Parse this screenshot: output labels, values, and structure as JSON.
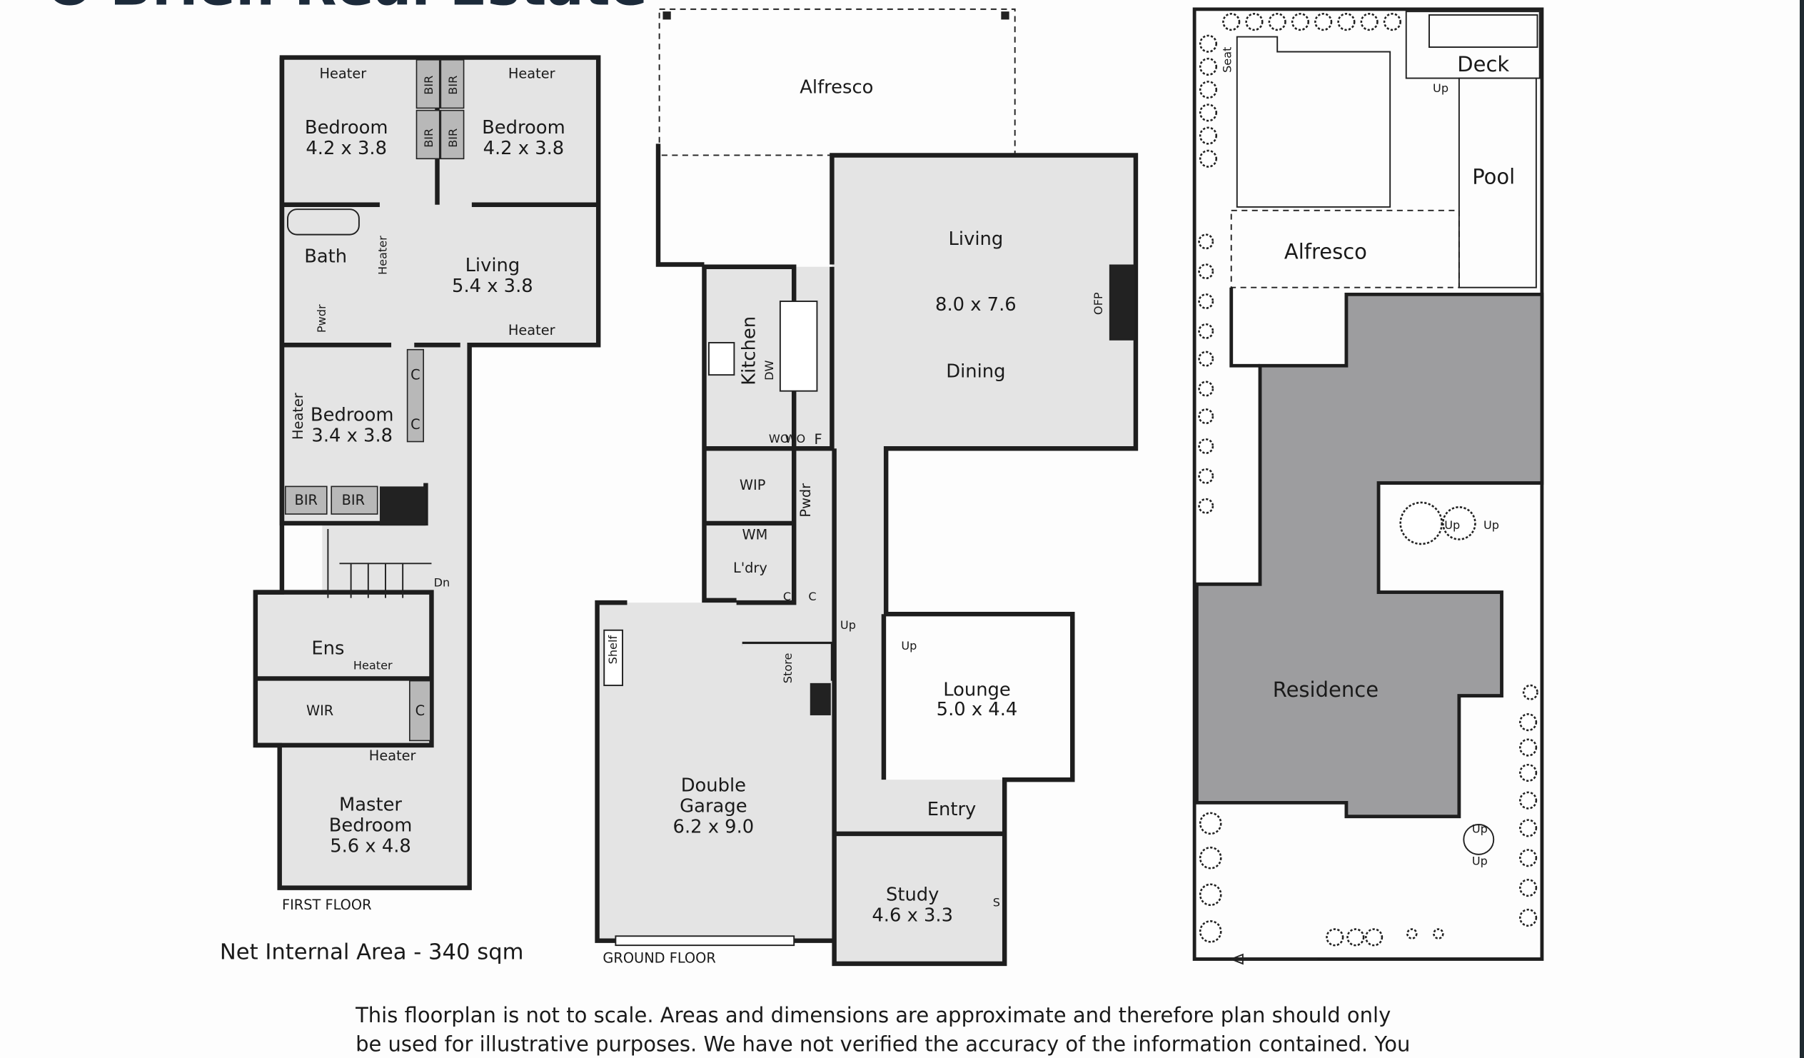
{
  "header": {
    "title": "O'Brien Real Estate"
  },
  "first_floor": {
    "label": "FIRST FLOOR",
    "rooms": {
      "heater1": "Heater",
      "heater2": "Heater",
      "bed1_name": "Bedroom",
      "bed1_dim": "4.2 x 3.8",
      "bed2_name": "Bedroom",
      "bed2_dim": "4.2 x 3.8",
      "bir": "BIR",
      "bath": "Bath",
      "heater_bath": "Heater",
      "pwdr": "Pwdr",
      "living_name": "Living",
      "living_dim": "5.4 x 3.8",
      "heater_living": "Heater",
      "bed3_heater": "Heater",
      "bed3_name": "Bedroom",
      "bed3_dim": "3.4 x 3.8",
      "c": "C",
      "dn": "Dn",
      "ens": "Ens",
      "heater_ens": "Heater",
      "wir": "WIR",
      "heater_master": "Heater",
      "master1": "Master",
      "master2": "Bedroom",
      "master_dim": "5.6 x 4.8"
    }
  },
  "ground_floor": {
    "label": "GROUND FLOOR",
    "rooms": {
      "alfresco": "Alfresco",
      "living": "Living",
      "living_dim": "8.0 x 7.6",
      "dining": "Dining",
      "ofp": "OFP",
      "kitchen": "Kitchen",
      "dw": "DW",
      "wo": "WO",
      "f": "F",
      "wip": "WIP",
      "pwdr": "Pwdr",
      "wm": "WM",
      "ldry": "L'dry",
      "c": "C",
      "up": "Up",
      "shelf": "Shelf",
      "store": "Store",
      "garage1": "Double",
      "garage2": "Garage",
      "garage_dim": "6.2 x 9.0",
      "lounge": "Lounge",
      "lounge_dim": "5.0 x 4.4",
      "entry": "Entry",
      "study": "Study",
      "study_dim": "4.6 x 3.3",
      "s": "S"
    }
  },
  "site": {
    "deck": "Deck",
    "pool": "Pool",
    "alfresco": "Alfresco",
    "residence": "Residence",
    "seat": "Seat",
    "up": "Up"
  },
  "area": "Net Internal Area - 340 sqm",
  "disclaimer": [
    "This floorplan is not to scale. Areas and dimensions are approximate and therefore plan should only",
    "be used for illustrative purposes. We have not verified the accuracy of the information contained. You"
  ],
  "colors": {
    "room_fill": "#e4e4e4",
    "residence_fill": "#9d9d9f",
    "wall": "#1e1e1e",
    "title": "#1c2a3a"
  }
}
